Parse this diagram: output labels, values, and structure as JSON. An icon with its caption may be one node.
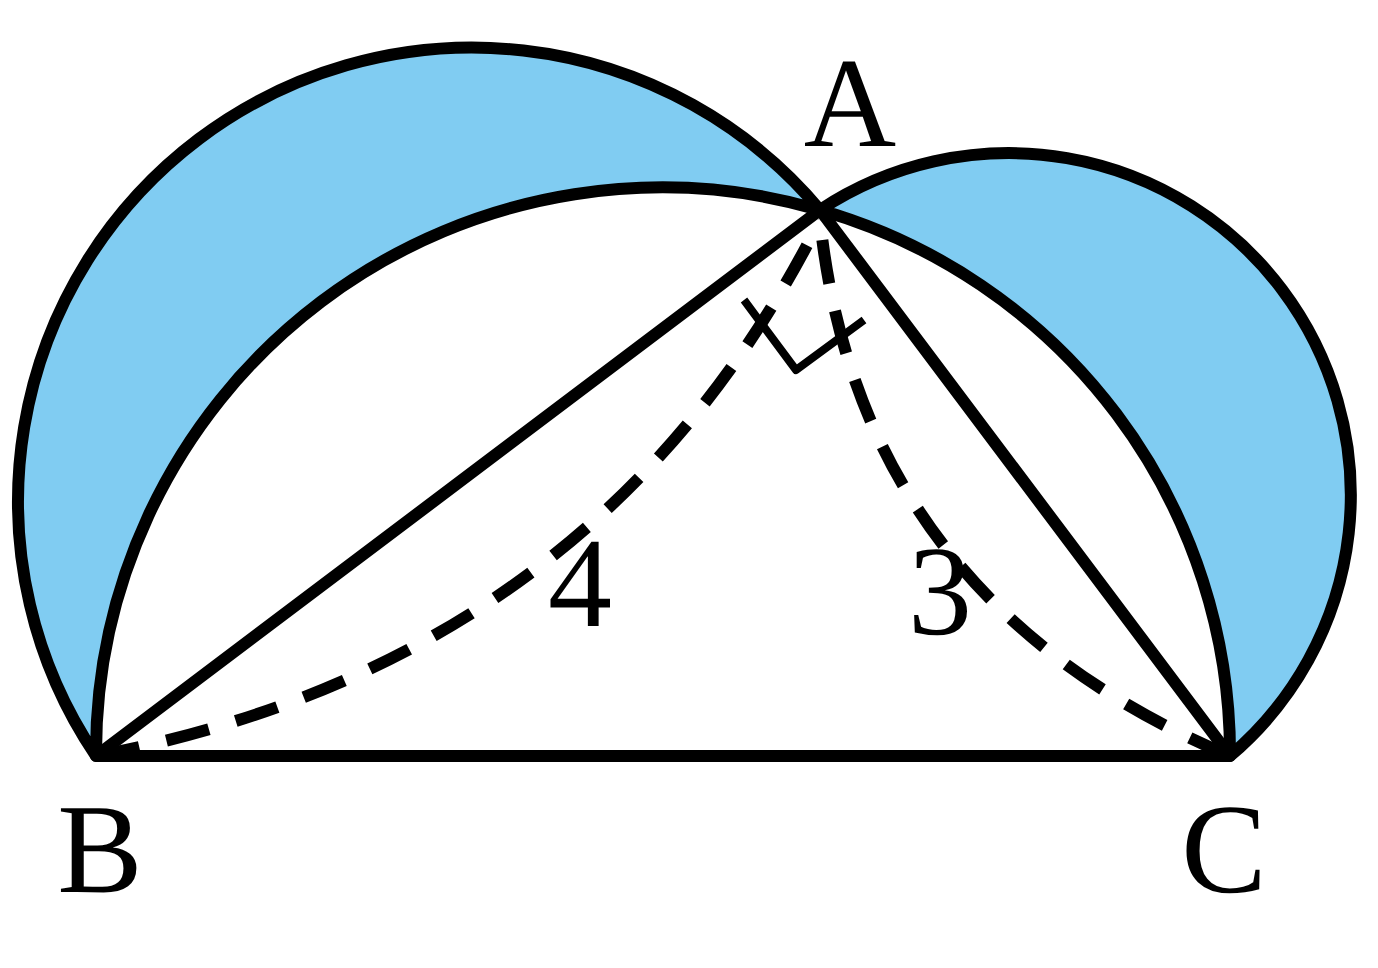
{
  "diagram": {
    "labels": [
      "A",
      "4",
      "3",
      "B",
      "C"
    ]
  }
}
